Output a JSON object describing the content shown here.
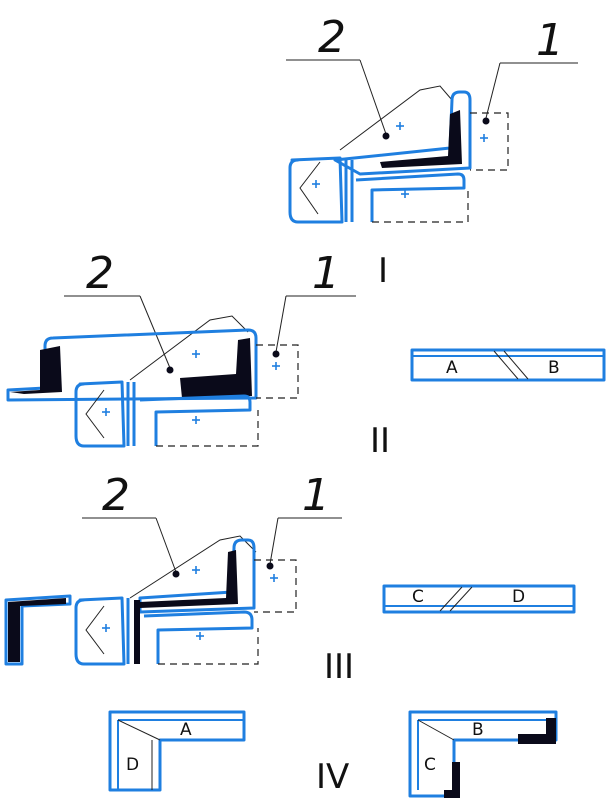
{
  "callouts": {
    "one": "1",
    "two": "2"
  },
  "stages": [
    "I",
    "II",
    "III",
    "IV"
  ],
  "parts": {
    "a": "A",
    "b": "B",
    "c": "C",
    "d": "D"
  },
  "colors": {
    "profile": "#1f7fe0",
    "section": "#0a0a1a",
    "lines": "#222222"
  }
}
